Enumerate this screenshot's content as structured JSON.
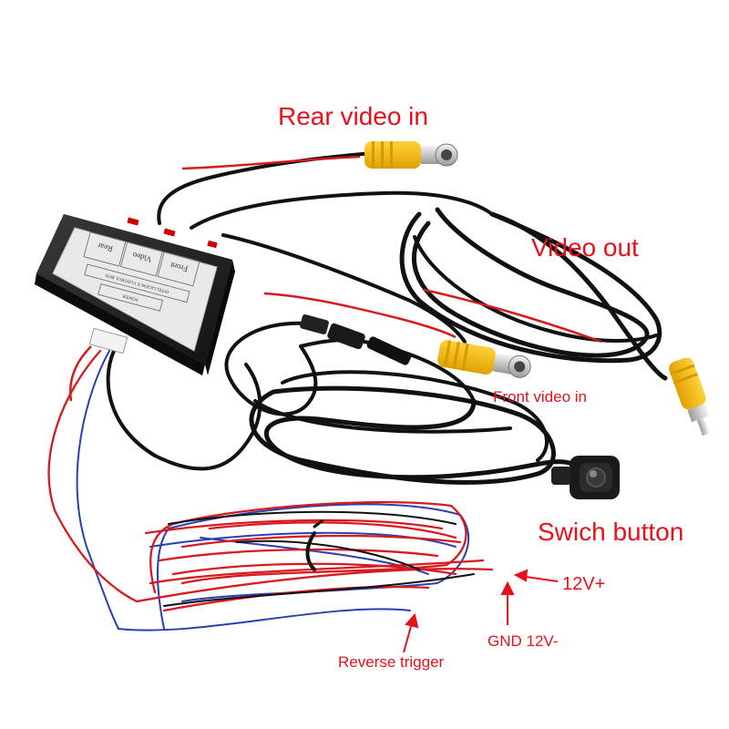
{
  "colors": {
    "label_red": "#e8101a",
    "wire_black": "#111111",
    "wire_red": "#d71a20",
    "wire_blue": "#2a3fb0",
    "rca_yellow": "#f2b705",
    "box_black": "#1b1b1b",
    "box_label_bg": "#e9e9e9"
  },
  "labels": {
    "rear_video_in": "Rear video in",
    "video_out": "Video out",
    "front_video_in": "Front video in",
    "switch_button": "Swich button",
    "power_positive": "12V+",
    "ground": "GND 12V-",
    "reverse_trigger": "Reverse trigger"
  },
  "box": {
    "label_front": "Front",
    "label_video": "Video",
    "label_rear": "Rear",
    "product_line": "INTELLIGENCE CONTROL BOX",
    "power_line": "POWER"
  },
  "icons": {
    "control_box": "control-box-icon",
    "rca_connector": "rca-connector-icon",
    "switch": "push-button-icon",
    "arrow": "arrow-icon"
  }
}
